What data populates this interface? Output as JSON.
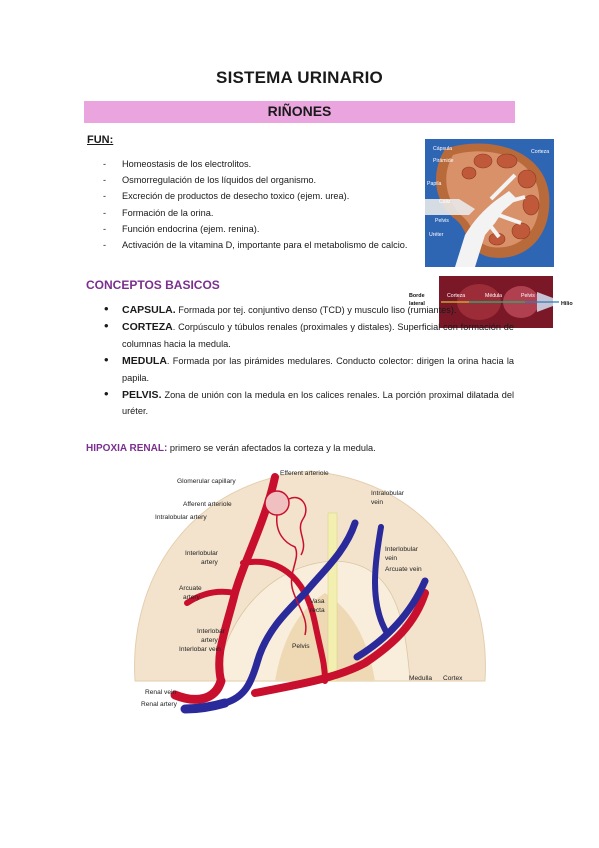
{
  "title": "SISTEMA URINARIO",
  "banner": "RIÑONES",
  "fun_heading": "FUN:",
  "functions": [
    "Homeostasis de los electrolitos.",
    "Osmorregulación de los líquidos del organismo.",
    "Excreción de productos de desecho toxico (ejem. urea).",
    "Formación de la orina.",
    "Función endocrina (ejem. renina).",
    "Activación de la vitamina D, importante para el metabolismo de calcio."
  ],
  "kidney_labels": {
    "capsula": "Cápsula",
    "piramide": "Pirámide",
    "corteza": "Corteza",
    "papila": "Papila",
    "caliz": "Cáliz",
    "pelvis": "Pelvis",
    "ureter": "Uréter"
  },
  "section_labels": {
    "borde1": "Borde",
    "borde2": "lateral",
    "corteza": "Corteza",
    "medula": "Médula",
    "pelvis": "Pelvis",
    "hilio": "Hilio"
  },
  "conceptos_heading": "CONCEPTOS BASICOS",
  "conceptos": [
    {
      "term": "CAPSULA.",
      "text": " Formada por tej. conjuntivo denso (TCD) y musculo liso (rumiantes)."
    },
    {
      "term": "CORTEZA",
      "text": ". Corpúsculo y túbulos renales (proximales y distales). Superficial con formación de columnas hacia la medula."
    },
    {
      "term": "MEDULA",
      "text": ". Formada por las pirámides medulares. Conducto colector: dirigen la orina hacia la papila."
    },
    {
      "term": "PELVIS.",
      "text": " Zona de unión con la medula en los calices renales. La porción proximal dilatada del uréter."
    }
  ],
  "hipoxia_label": "HIPOXIA RENAL:",
  "hipoxia_text": " primero se verán afectados la corteza y la medula.",
  "diagram_labels": {
    "glomerular": "Glomerular capillary",
    "efferent": "Efferent arteriole",
    "afferent": "Afferent arteriole",
    "intralobular_artery": "Intralobular artery",
    "intralobular_vein1": "Intralobular",
    "intralobular_vein2": "vein",
    "interlobular_artery1": "Interlobular",
    "interlobular_artery2": "artery",
    "interlobular_vein1": "Interlobular",
    "interlobular_vein2": "vein",
    "arcuate_vein": "Arcuate vein",
    "arcuate_artery1": "Arcuate",
    "arcuate_artery2": "artery",
    "vasa1": "Vasa",
    "vasa2": "recta",
    "interlobar_artery1": "Interlobar",
    "interlobar_artery2": "artery",
    "interlobar_vein": "Interlobar vein",
    "pelvis": "Pelvis",
    "medulla": "Medulla",
    "cortex": "Cortex",
    "renal_vein": "Renal vein",
    "renal_artery": "Renal artery"
  },
  "colors": {
    "banner": "#eaa5df",
    "heading_purple": "#7b2f8e",
    "artery": "#c8102e",
    "vein": "#2a2a9a"
  }
}
